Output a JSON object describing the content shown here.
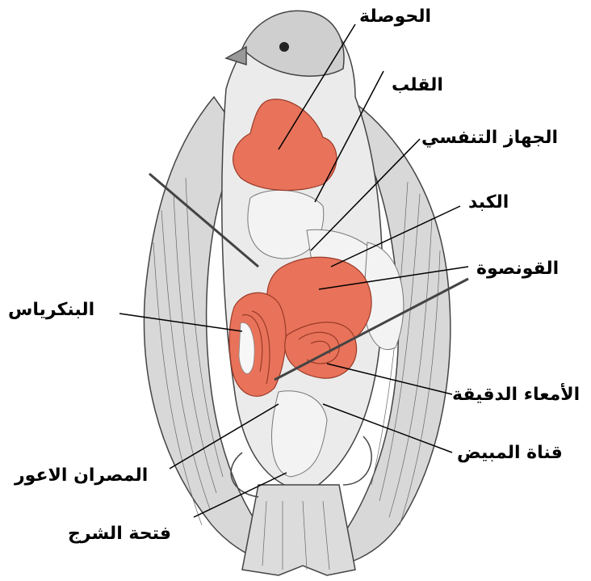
{
  "labels": {
    "crop": "الحوصلة",
    "heart": "القلب",
    "respiratory": "الجهاز التنفسي",
    "liver": "الكبد",
    "gizzard": "القونصوة",
    "pancreas": "البنكرياس",
    "small_intestine": "الأمعاء الدقيقة",
    "oviduct": "قناة المبيض",
    "caeca": "المصران الاعور",
    "cloaca": "فتحة الشرج"
  },
  "colors": {
    "organ": "#e8735a",
    "organ_dark": "#b8442e",
    "line": "#000000",
    "body": "#e2e2e2",
    "feather": "#555555"
  }
}
